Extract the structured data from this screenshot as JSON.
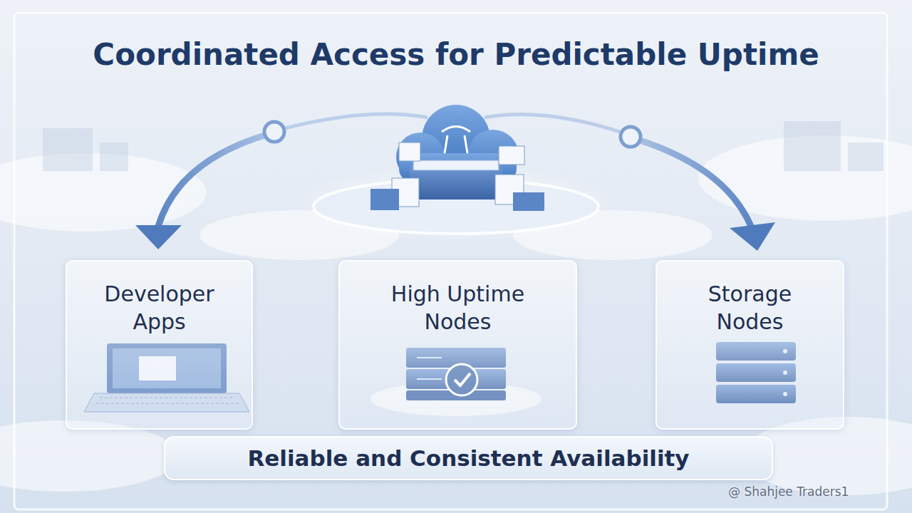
{
  "diagram": {
    "title": "Coordinated Access for Predictable Uptime",
    "nodes": [
      {
        "text": [
          "Developer Apps"
        ]
      },
      {
        "text": [
          "High Uptime Nodes"
        ]
      },
      {
        "text": [
          "Storage Nodes"
        ]
      },
      {
        "text": [
          "Reliable and Consistent Availability"
        ]
      }
    ],
    "labels": [
      "@ Shahjee Traders1"
    ]
  }
}
